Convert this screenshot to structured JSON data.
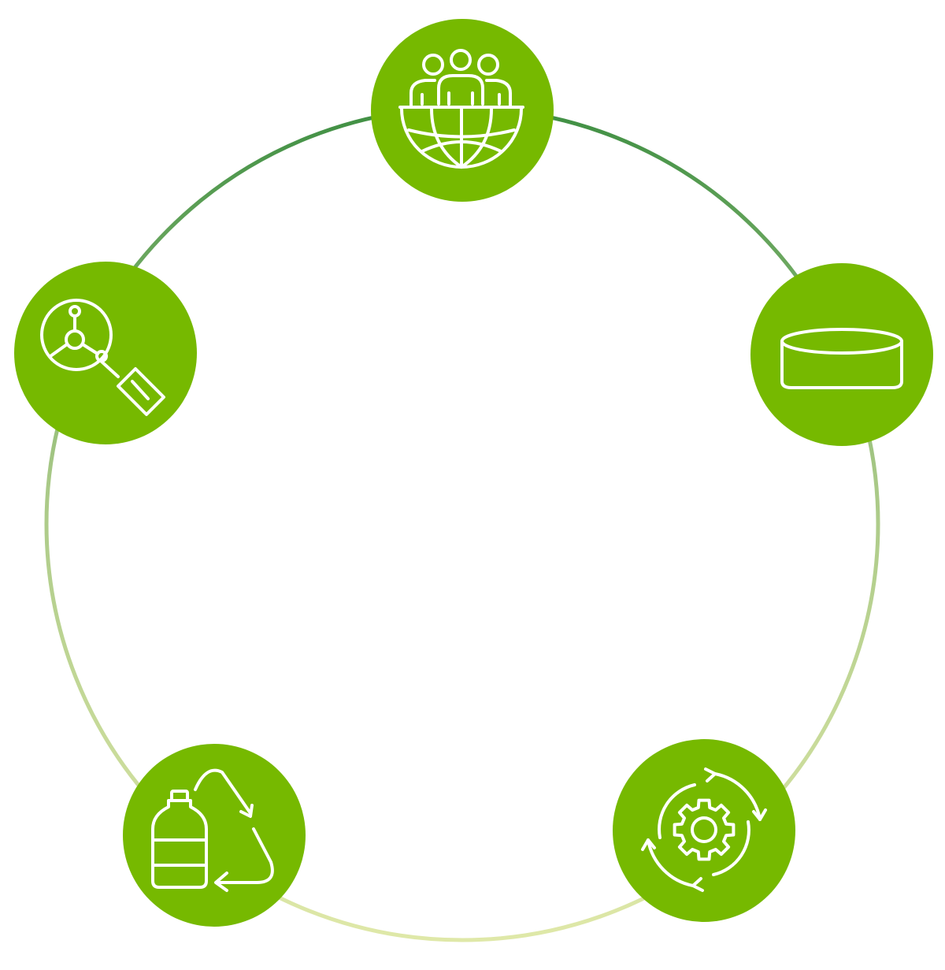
{
  "colors": {
    "node_fill": "#76b900",
    "ring_top": "#3f8f43",
    "ring_bottom": "#dfe8a8",
    "icon_stroke": "#ffffff",
    "background": "#ffffff"
  },
  "nodes": [
    {
      "id": "top",
      "icon": "people-globe-icon"
    },
    {
      "id": "right",
      "icon": "cylinder-disc-icon"
    },
    {
      "id": "bottom-right",
      "icon": "gear-cycle-icon"
    },
    {
      "id": "bottom-left",
      "icon": "bottle-recycle-icon"
    },
    {
      "id": "left",
      "icon": "molecule-magnifier-icon"
    }
  ]
}
